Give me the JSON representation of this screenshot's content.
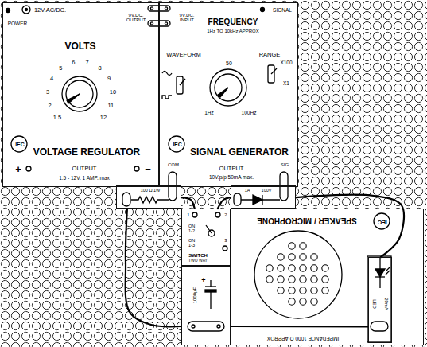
{
  "diagram": {
    "nodes": [
      {
        "text": [
          "POWER",
          "12V.AC/DC.",
          "9V.DC. OUTPUT",
          "VOLTS",
          "1.5",
          "2",
          "3",
          "4",
          "5",
          "6",
          "7",
          "8",
          "9",
          "10",
          "11",
          "12",
          "IEC",
          "VOLTAGE REGULATOR",
          "OUTPUT",
          "1.5 - 12V. 1 AMP. max",
          "+",
          "−"
        ]
      },
      {
        "text": [
          "SIGNAL",
          "9V.DC. INPUT",
          "FREQUENCY",
          "1Hz TO 10kHz APPROX",
          "WAVEFORM",
          "50",
          "RANGE",
          "X100",
          "X1",
          "1Hz",
          "100Hz",
          "IEC",
          "SIGNAL GENERATOR",
          "OUTPUT",
          "10V.p/p 50mA max.",
          "COM",
          "SIG"
        ]
      },
      {
        "text": [
          "100 Ω 1W"
        ]
      },
      {
        "text": [
          "1A",
          "100V"
        ]
      },
      {
        "text": [
          "1",
          "2",
          "ON 1-2",
          "ON 1-3",
          "3",
          "SWITCH",
          "TWO WAY"
        ]
      },
      {
        "text": [
          "1000μF",
          "+"
        ]
      },
      {
        "text": [
          "SPEAKER / MICROPHONE",
          "IMPEDANCE 1000 Ω APPROX",
          "IEC"
        ]
      },
      {
        "text": [
          "LED",
          "20mA"
        ],
        "in": 6
      }
    ],
    "edges": [
      {
        "from": 2,
        "to": 5,
        "arrow": "none"
      },
      {
        "from": 2,
        "to": 4,
        "arrow": "none"
      },
      {
        "from": 4,
        "to": 3,
        "arrow": "none"
      },
      {
        "from": 3,
        "to": 7,
        "arrow": "none"
      },
      {
        "from": 5,
        "to": 7,
        "arrow": "none"
      }
    ]
  }
}
